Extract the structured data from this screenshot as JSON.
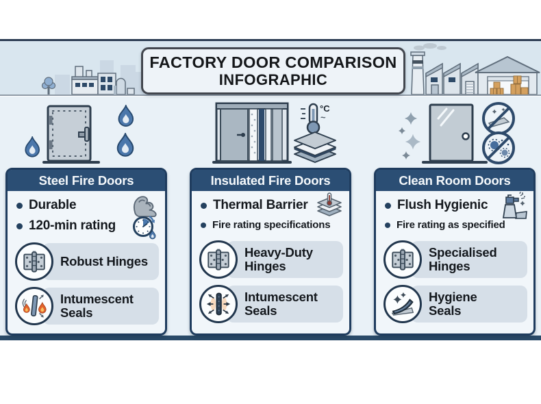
{
  "title": {
    "line1": "FACTORY DOOR COMPARISON",
    "line2": "INFOGRAPHIC"
  },
  "banner": {
    "illustration": "factory-skyline-illustration"
  },
  "columns": [
    {
      "id": "steel",
      "title": "Steel Fire Doors",
      "hero_icon": "steel-door-flames-icon",
      "bullets": [
        {
          "text": "Durable",
          "icon": "muscle-icon"
        },
        {
          "text": "120-min rating",
          "icon": "fire-clock-icon"
        }
      ],
      "features": [
        {
          "label": "Robust Hinges",
          "icon": "hinge-icon"
        },
        {
          "label": "Intumescent Seals",
          "icon": "flame-seal-icon"
        }
      ]
    },
    {
      "id": "insulated",
      "title": "Insulated Fire Doors",
      "hero_icon": "insulated-door-thermometer-layers-icon",
      "bullets": [
        {
          "text": "Thermal Barrier",
          "icon": "thermal-layers-icon"
        },
        {
          "text": "Fire rating specifications"
        }
      ],
      "features": [
        {
          "label": "Heavy-Duty Hinges",
          "icon": "hinge-icon"
        },
        {
          "label": "Intumescent Seals",
          "icon": "expanding-seal-icon"
        }
      ]
    },
    {
      "id": "cleanroom",
      "title": "Clean Room Doors",
      "hero_icon": "clean-door-sparkles-no-dust-no-germs-icon",
      "bullets": [
        {
          "text": "Flush Hygienic",
          "icon": "spray-bottle-icon"
        },
        {
          "text": "Fire rating as specified"
        }
      ],
      "features": [
        {
          "label": "Specialised Hinges",
          "icon": "hinge-icon"
        },
        {
          "label": "Hygiene Seals",
          "icon": "hygiene-seal-icon"
        }
      ]
    }
  ],
  "colors": {
    "header_navy": "#2b4e74",
    "card_border": "#1f3c5e",
    "card_bg": "#f1f6fa",
    "chip_bg": "#d6dfe8",
    "banner_bg": "#d9e6ef",
    "content_bg": "#e9f1f7",
    "frame_line": "#2b3b52",
    "frame_bottom": "#2a4a68",
    "flame_blue": "#4b77ab",
    "flame_orange": "#e2622b",
    "steel_gray": "#c6cfd7",
    "box_tan": "#d4a05e"
  }
}
